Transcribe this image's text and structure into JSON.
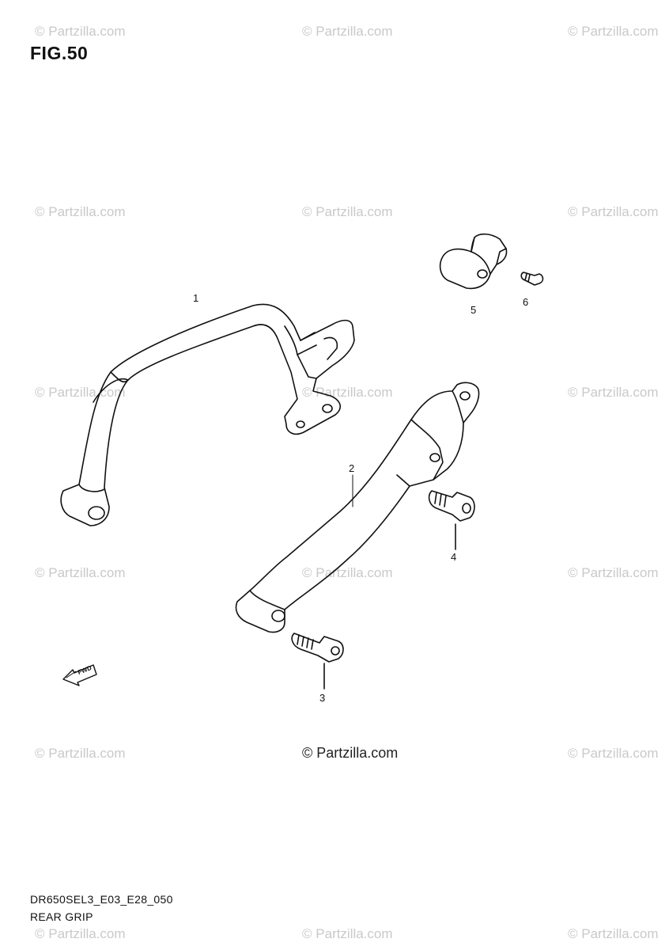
{
  "figure": {
    "title": "FIG.50",
    "credit": "© Partzilla.com",
    "code": "DR650SEL3_E03_E28_050",
    "name": "REAR GRIP"
  },
  "watermark": "© Partzilla.com",
  "callouts": {
    "part_1": "1",
    "part_2": "2",
    "part_3": "3",
    "part_4": "4",
    "part_5": "5",
    "part_6": "6"
  },
  "fwd_arrow": "FWD"
}
